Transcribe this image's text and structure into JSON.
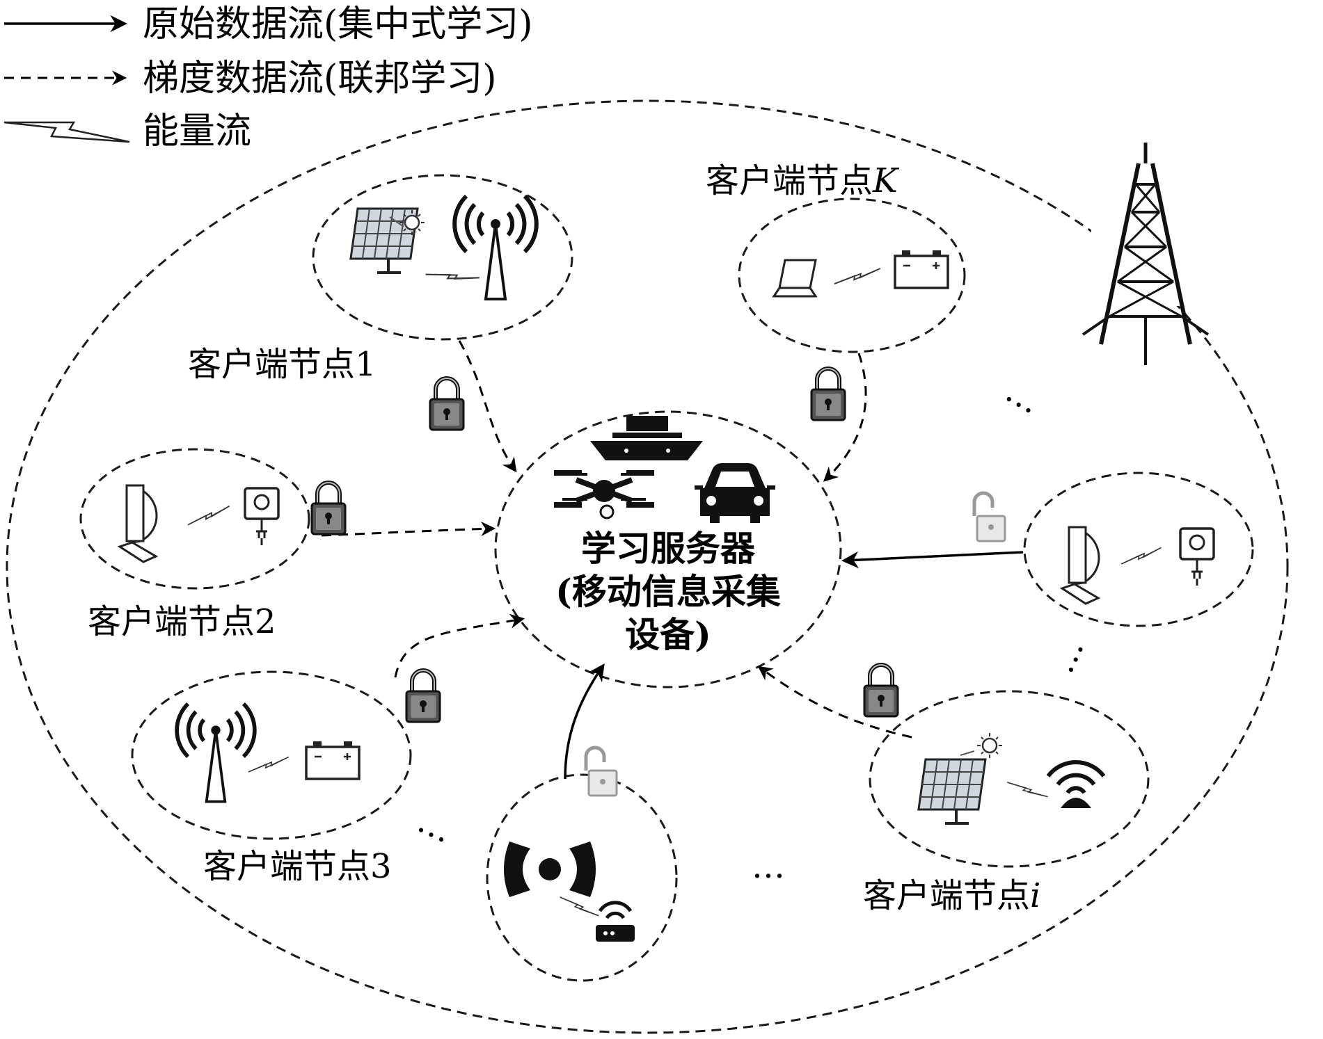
{
  "legend": {
    "raw_flow": "原始数据流(集中式学习)",
    "gradient_flow": "梯度数据流(联邦学习)",
    "energy_flow": "能量流"
  },
  "server": {
    "line1": "学习服务器",
    "line2": "(移动信息采集",
    "line3": "设备)"
  },
  "nodes": {
    "node1": {
      "name": "客户端节点",
      "suffix": "1"
    },
    "node2": {
      "name": "客户端节点",
      "suffix": "2"
    },
    "node3": {
      "name": "客户端节点",
      "suffix": "3"
    },
    "nodeK": {
      "name": "客户端节点",
      "suffix": "K"
    },
    "nodei": {
      "name": "客户端节点",
      "suffix": "i"
    }
  },
  "ellipsis": "…",
  "colors": {
    "line": "#000000",
    "background": "#ffffff",
    "icon": "#111111"
  },
  "icons": [
    "solar-panel-icon",
    "sun-icon",
    "antenna-icon",
    "laptop-icon",
    "battery-icon",
    "desktop-computer-icon",
    "power-socket-icon",
    "lock-icon",
    "unlock-icon",
    "ship-icon",
    "drone-icon",
    "car-icon",
    "transmission-tower-icon",
    "rfid-reader-icon",
    "router-icon",
    "wireless-sensor-icon"
  ]
}
